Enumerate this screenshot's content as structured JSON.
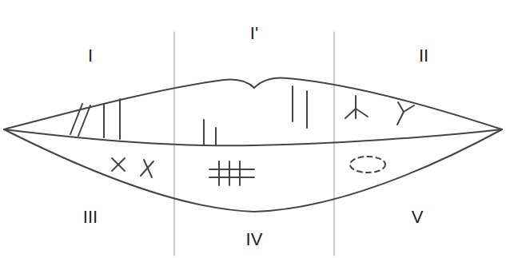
{
  "diagram": {
    "labels": [
      "I",
      "I'",
      "II",
      "III",
      "IV",
      "V"
    ]
  }
}
